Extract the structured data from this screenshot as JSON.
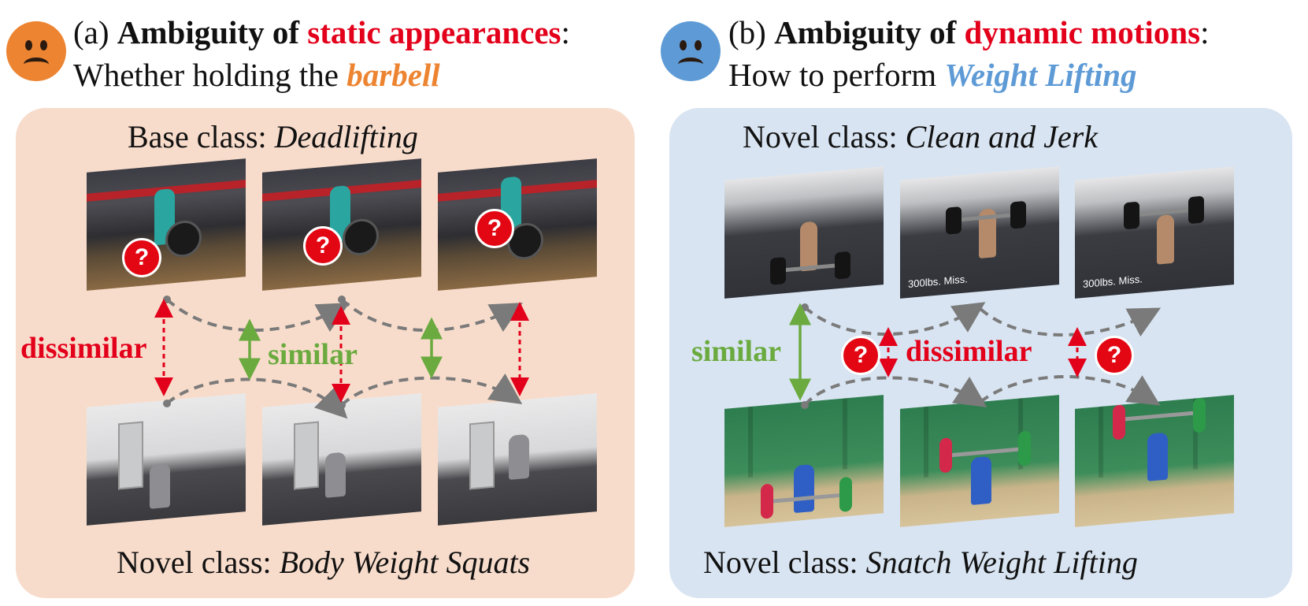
{
  "panel_a": {
    "prefix": "(a)",
    "title_bold": "Ambiguity of",
    "title_red": "static appearances",
    "title_colon": ":",
    "subtitle_plain": "Whether holding the",
    "subtitle_emph": "barbell",
    "top_label_plain": "Base class:",
    "top_label_italic": "Deadlifting",
    "bottom_label_plain": "Novel class:",
    "bottom_label_italic": "Body Weight Squats",
    "dissimilar": "dissimilar",
    "similar": "similar",
    "question": "?"
  },
  "panel_b": {
    "prefix": "(b)",
    "title_bold": "Ambiguity of",
    "title_red": "dynamic motions",
    "title_colon": ":",
    "subtitle_plain": "How to perform",
    "subtitle_emph": "Weight Lifting",
    "top_label_plain": "Novel class:",
    "top_label_italic": "Clean and Jerk",
    "bottom_label_plain": "Novel class:",
    "bottom_label_italic": "Snatch Weight Lifting",
    "similar": "similar",
    "dissimilar": "dissimilar",
    "question": "?",
    "frame_caption": "300lbs. Miss."
  },
  "colors": {
    "panel_a_bg": "#f8dccb",
    "panel_b_bg": "#d8e4f1",
    "red": "#e3001b",
    "green": "#6aaa3f",
    "orange": "#ec8431",
    "blue": "#5e9bd6",
    "arrow_gray": "#7a7a7a"
  },
  "icons": [
    "sad-face-orange-icon",
    "sad-face-blue-icon",
    "question-mark-icon"
  ]
}
